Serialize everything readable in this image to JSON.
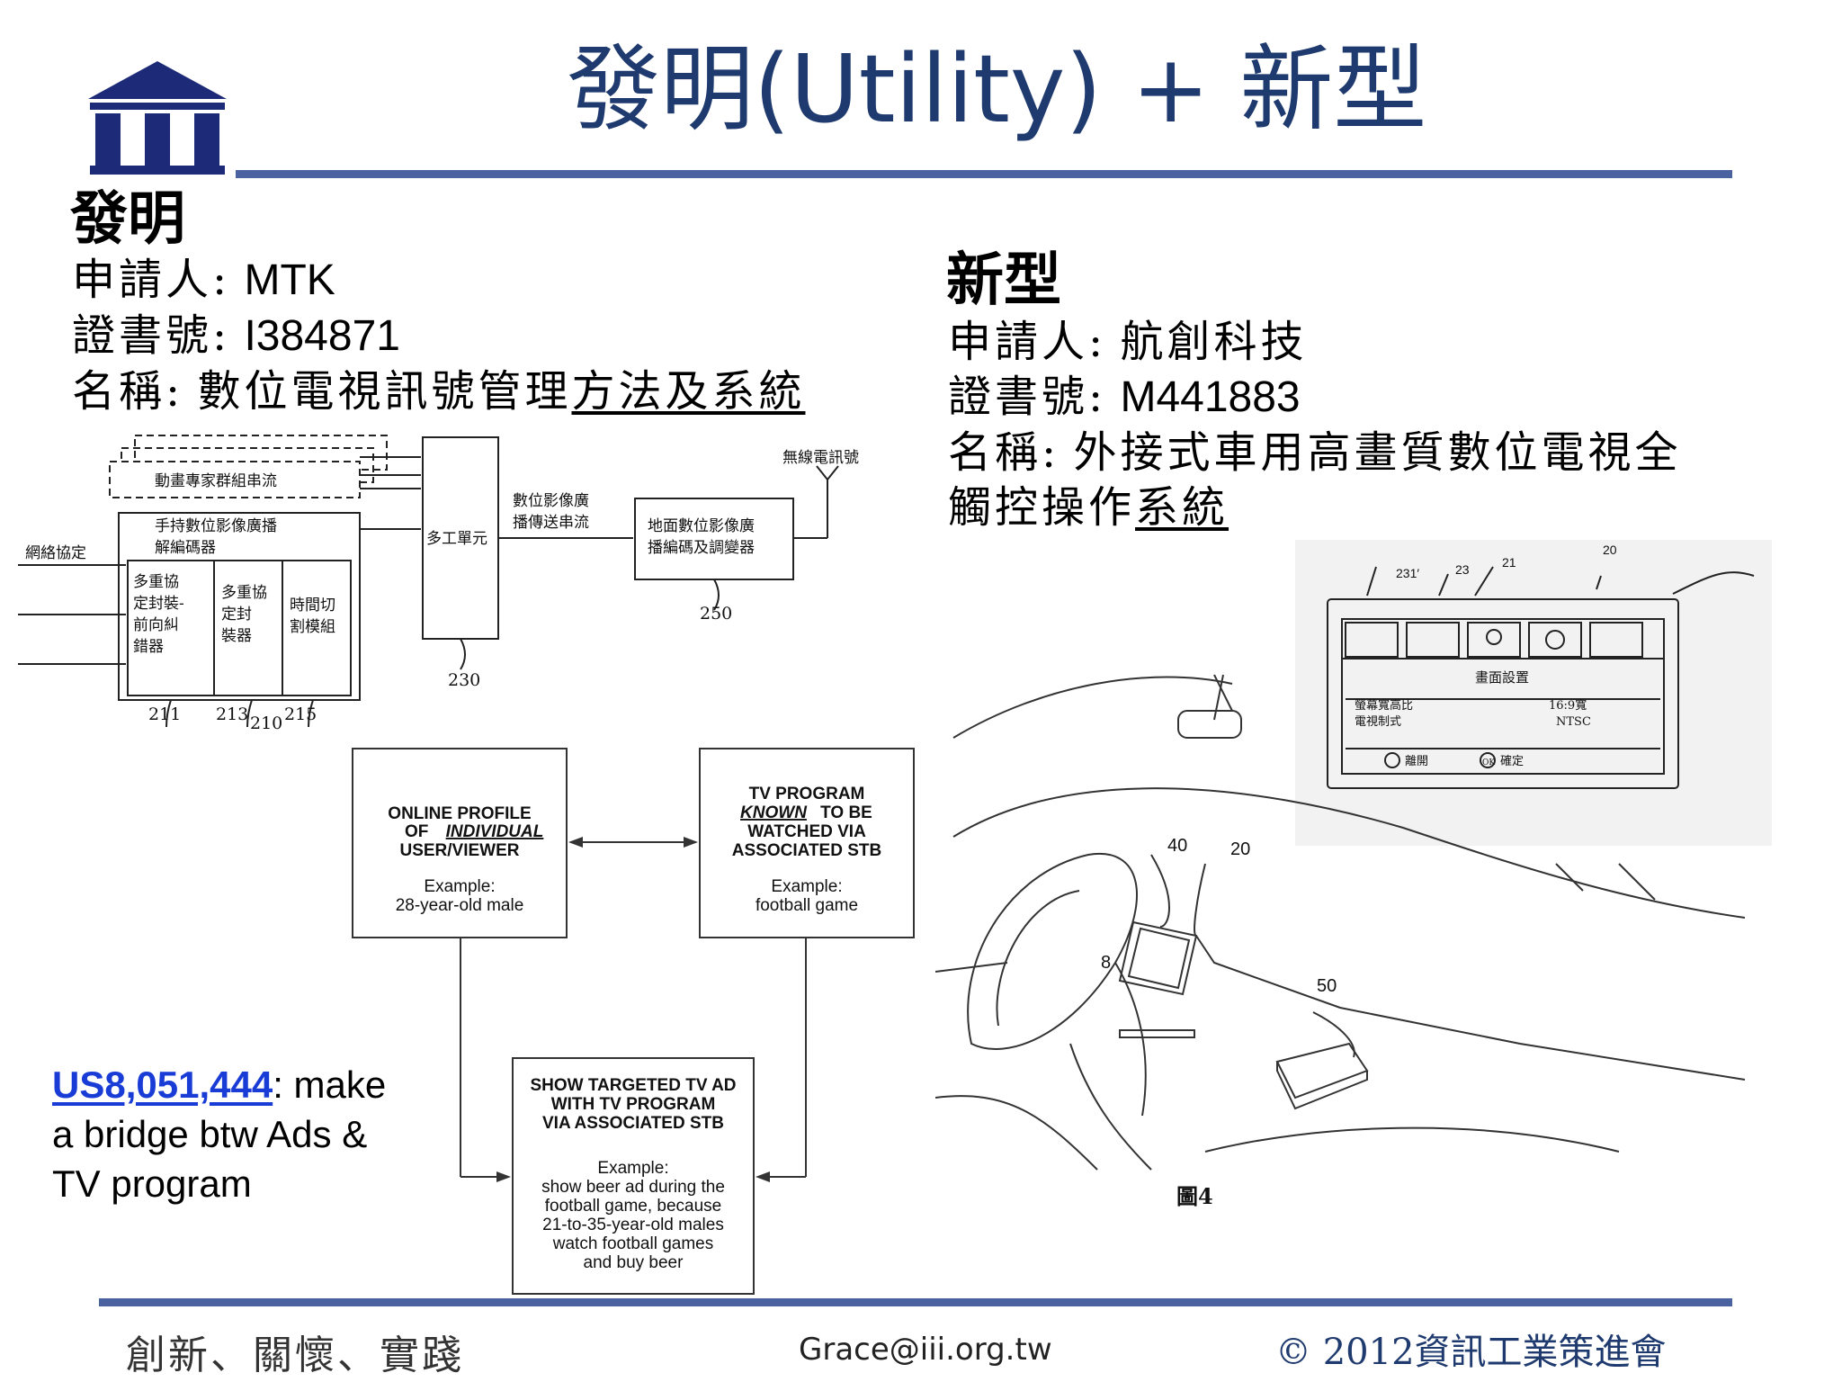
{
  "header": {
    "title": "發明(Utility) + 新型"
  },
  "left": {
    "heading": "發明",
    "applicant_label": "申請人:",
    "applicant_value": "MTK",
    "cert_label": "證書號:",
    "cert_value": "I384871",
    "name_label": "名稱:",
    "name_value": "數位電視訊號管理",
    "name_value_underlined": "方法及系統"
  },
  "right": {
    "heading": "新型",
    "applicant_label": "申請人:",
    "applicant_value": "航創科技",
    "cert_label": "證書號:",
    "cert_value": "M441883",
    "name_label": "名稱:",
    "name_value_line1": "外接式車用高畫質數位電視全",
    "name_value_line2_a": "觸控操作",
    "name_value_line2_b": "系統"
  },
  "patent_diagram": {
    "stacked_box_label": "動畫專家群組串流",
    "decoder_label_1": "手持數位影像廣播",
    "decoder_label_2": "解編碼器",
    "sub1": [
      "多重協",
      "定封裝-",
      "前向糾",
      "錯器"
    ],
    "sub2": [
      "多重協",
      "定封",
      "裝器"
    ],
    "sub3": [
      "時間切",
      "割模組"
    ],
    "network_label": "網絡協定",
    "mux_label": "多工單元",
    "stream_label_1": "數位影像廣",
    "stream_label_2": "播傳送串流",
    "encoder_label_1": "地面數位影像廣",
    "encoder_label_2": "播編碼及調變器",
    "wireless_label": "無線電訊號",
    "refs": [
      "211",
      "213",
      "210",
      "215",
      "230",
      "250"
    ]
  },
  "flowchart": {
    "box1_title": [
      "ONLINE PROFILE",
      "OF",
      "INDIVIDUAL",
      "USER/VIEWER"
    ],
    "box1_example": [
      "Example:",
      "28-year-old male"
    ],
    "box2_title": [
      "TV PROGRAM",
      "KNOWN",
      "TO BE",
      "WATCHED VIA",
      "ASSOCIATED STB"
    ],
    "box2_example": [
      "Example:",
      "football game"
    ],
    "box3_title": [
      "SHOW TARGETED TV AD",
      "WITH TV PROGRAM",
      "VIA ASSOCIATED STB"
    ],
    "box3_example": [
      "Example:",
      "show beer ad during the",
      "football game, because",
      "21-to-35-year-old males",
      "watch football games",
      "and buy beer"
    ]
  },
  "us_patent": {
    "number": "US8,051,444",
    "text_1": ": make",
    "text_2": "a bridge btw Ads &",
    "text_3": "TV program"
  },
  "car_figure": {
    "refs": [
      "231′",
      "23",
      "21",
      "20",
      "40",
      "20",
      "50",
      "8"
    ],
    "screen_title": "畫面設置",
    "row1_label": "螢幕寬高比",
    "row1_value": "16:9寬",
    "row2_label": "電視制式",
    "row2_value": "NTSC",
    "btn_exit": "離開",
    "btn_ok_icon": "OK",
    "btn_ok": "確定",
    "caption": "圖4"
  },
  "footer": {
    "slogan": "創新、關懷、實踐",
    "email": "Grace@iii.org.tw",
    "copyright": "© 2012資訊工業策進會"
  },
  "colors": {
    "title": "#1f3a6e",
    "rule": "#4a62a0",
    "logo": "#1c2a78",
    "link": "#1a3cd6"
  }
}
